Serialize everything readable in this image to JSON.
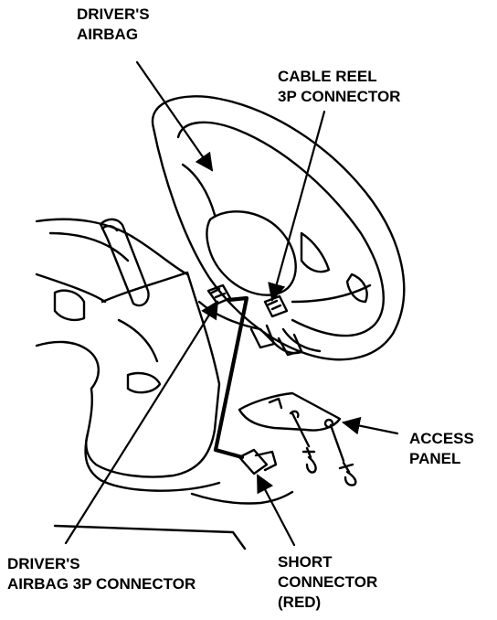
{
  "callouts": {
    "drivers_airbag": {
      "line1": "DRIVER'S",
      "line2": "AIRBAG"
    },
    "cable_reel_connector": {
      "line1": "CABLE REEL",
      "line2": "3P CONNECTOR"
    },
    "access_panel": {
      "line1": "ACCESS",
      "line2": "PANEL"
    },
    "drivers_airbag_3p_connector": {
      "line1": "DRIVER'S",
      "line2": "AIRBAG 3P CONNECTOR"
    },
    "short_connector": {
      "line1": "SHORT",
      "line2": "CONNECTOR",
      "line3": "(RED)"
    }
  },
  "colors": {
    "ink": "#000000",
    "paper": "#ffffff"
  }
}
